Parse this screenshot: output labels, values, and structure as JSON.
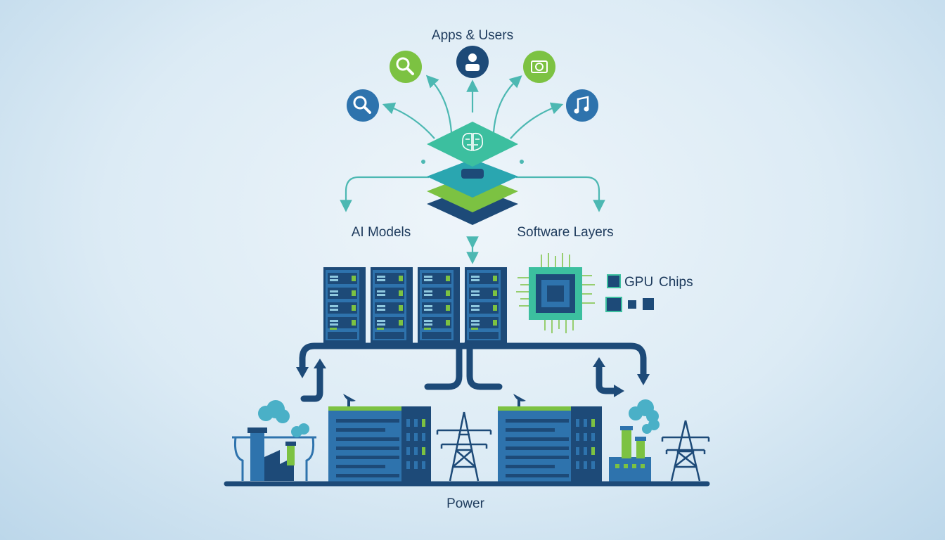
{
  "labels": {
    "apps_users": "Apps & Users",
    "ai_models": "AI Models",
    "software_layers": "Software Layers",
    "gpu": "GPU",
    "chips": "Chips",
    "power": "Power"
  },
  "icons": [
    "search-icon",
    "search-icon",
    "user-icon",
    "camera-icon",
    "music-note-icon",
    "brain-icon",
    "chip-icon",
    "server-rack-icon",
    "data-center-icon",
    "factory-icon",
    "power-tower-icon",
    "satellite-dish-icon"
  ],
  "colors": {
    "navy": "#1d4a78",
    "blue": "#2e73ad",
    "teal": "#3cbf9f",
    "green": "#7cc242",
    "arrow": "#4cb8b2",
    "text": "#1d3a5c"
  }
}
